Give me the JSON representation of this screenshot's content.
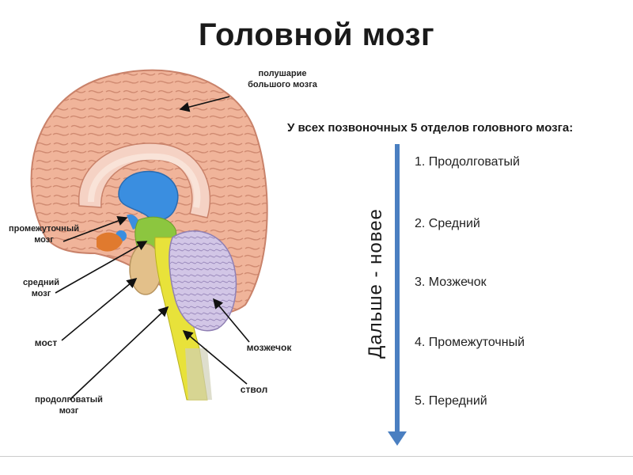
{
  "title": "Головной мозг",
  "labels": {
    "hemisphere": "полушарие большого мозга",
    "diencephalon": "промежуточный мозг",
    "midbrain": "средний мозг",
    "pons": "мост",
    "medulla": "продолговатый мозг",
    "cerebellum": "мозжечок",
    "stem": "ствол"
  },
  "subtitle": "У всех позвоночных 5 отделов головного мозга:",
  "axis_label": "Дальше - новее",
  "divisions": [
    {
      "num": "1.",
      "name": "Продолговатый"
    },
    {
      "num": "2.",
      "name": "Средний"
    },
    {
      "num": "3.",
      "name": "Мозжечок"
    },
    {
      "num": "4.",
      "name": "Промежуточный"
    },
    {
      "num": "5.",
      "name": "Передний"
    }
  ],
  "colors": {
    "cortex": "#f0b49a",
    "cortex_dark": "#c9826a",
    "ventricle": "#3a8ee0",
    "midbrain": "#8cc63f",
    "stem": "#e8e23a",
    "cerebellum": "#d2c6e6",
    "arrow": "#4a7fc1"
  }
}
